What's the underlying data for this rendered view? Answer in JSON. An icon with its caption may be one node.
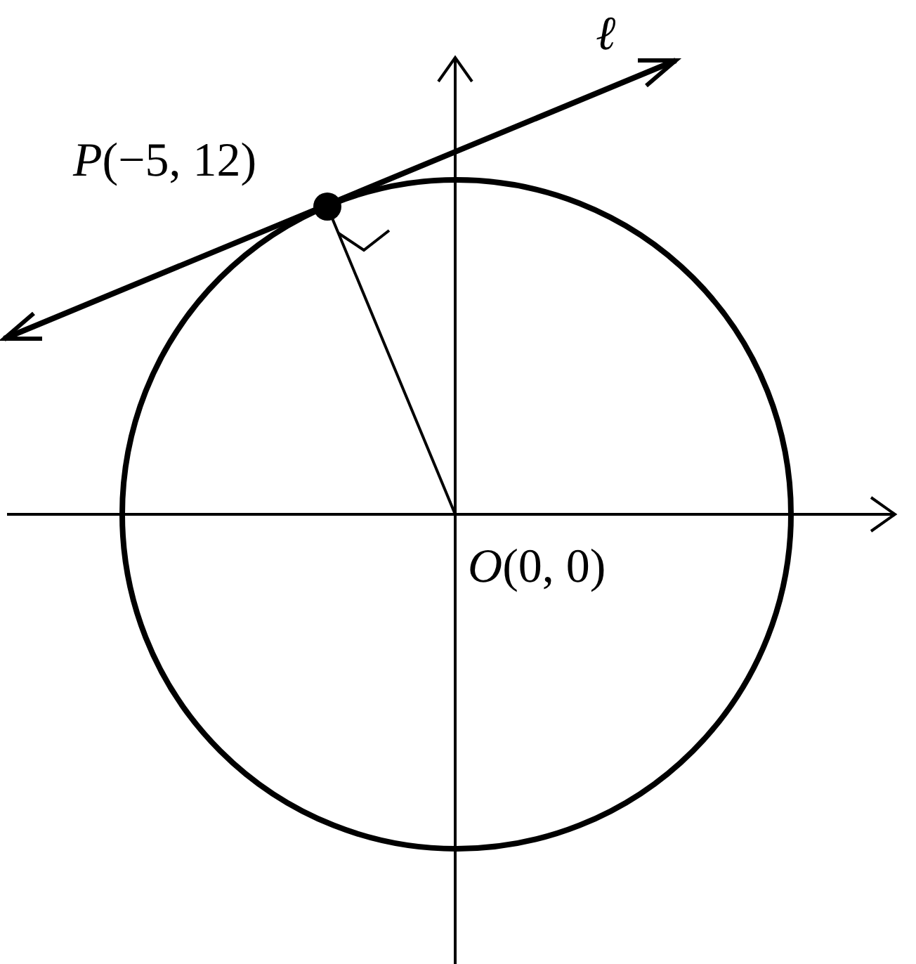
{
  "diagram": {
    "labels": [
      "ℓ",
      "*P*(−5, 12)",
      "*O*(0, 0)"
    ]
  }
}
